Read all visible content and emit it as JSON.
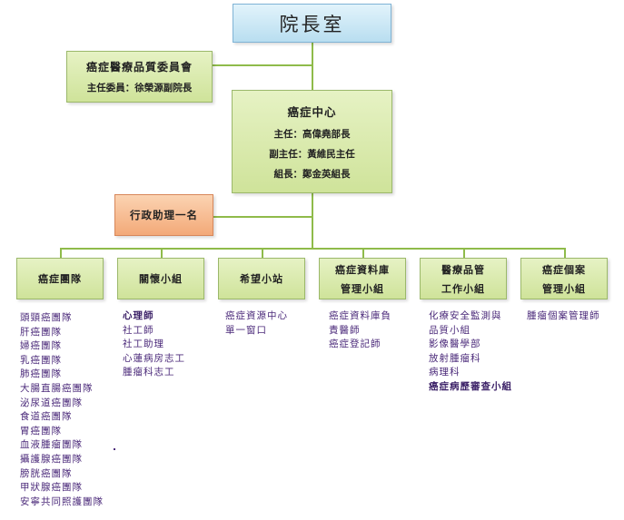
{
  "top": {
    "title": "院長室"
  },
  "committee": {
    "title": "癌症醫療品質委員會",
    "chair": "主任委員：徐榮源副院長"
  },
  "center": {
    "title": "癌症中心",
    "director": "主任：高偉堯部長",
    "deputy": "副主任：黃維民主任",
    "leader": "組長：鄭金英組長"
  },
  "assistant": {
    "title": "行政助理一名"
  },
  "units": [
    {
      "line1": "癌症團隊",
      "line2": ""
    },
    {
      "line1": "關懷小組",
      "line2": ""
    },
    {
      "line1": "希望小站",
      "line2": ""
    },
    {
      "line1": "癌症資料庫",
      "line2": "管理小組"
    },
    {
      "line1": "醫療品管",
      "line2": "工作小組"
    },
    {
      "line1": "癌症個案",
      "line2": "管理小組"
    }
  ],
  "teams": [
    "頭頸癌團隊",
    "肝癌團隊",
    "婦癌團隊",
    "乳癌團隊",
    "肺癌團隊",
    "大腸直腸癌團隊",
    "泌尿道癌團隊",
    "食道癌團隊",
    "胃癌團隊",
    "血液腫瘤團隊",
    "攝護腺癌團隊",
    "膀胱癌團隊",
    "甲狀腺癌團隊",
    "安寧共同照護團隊"
  ],
  "care": [
    "心理師",
    "社工師",
    "社工助理",
    "心蓮病房志工",
    "腫瘤科志工"
  ],
  "hope": [
    "癌症資源中心",
    "單一窗口"
  ],
  "database": [
    "癌症資料庫負",
    "責醫師",
    "癌症登記師"
  ],
  "quality": [
    "化療安全監測與",
    "品質小組",
    "影像醫學部",
    "放射腫瘤科",
    "病理科",
    "癌症病歷審查小組"
  ],
  "casemgmt": [
    "腫瘤個案管理師"
  ]
}
